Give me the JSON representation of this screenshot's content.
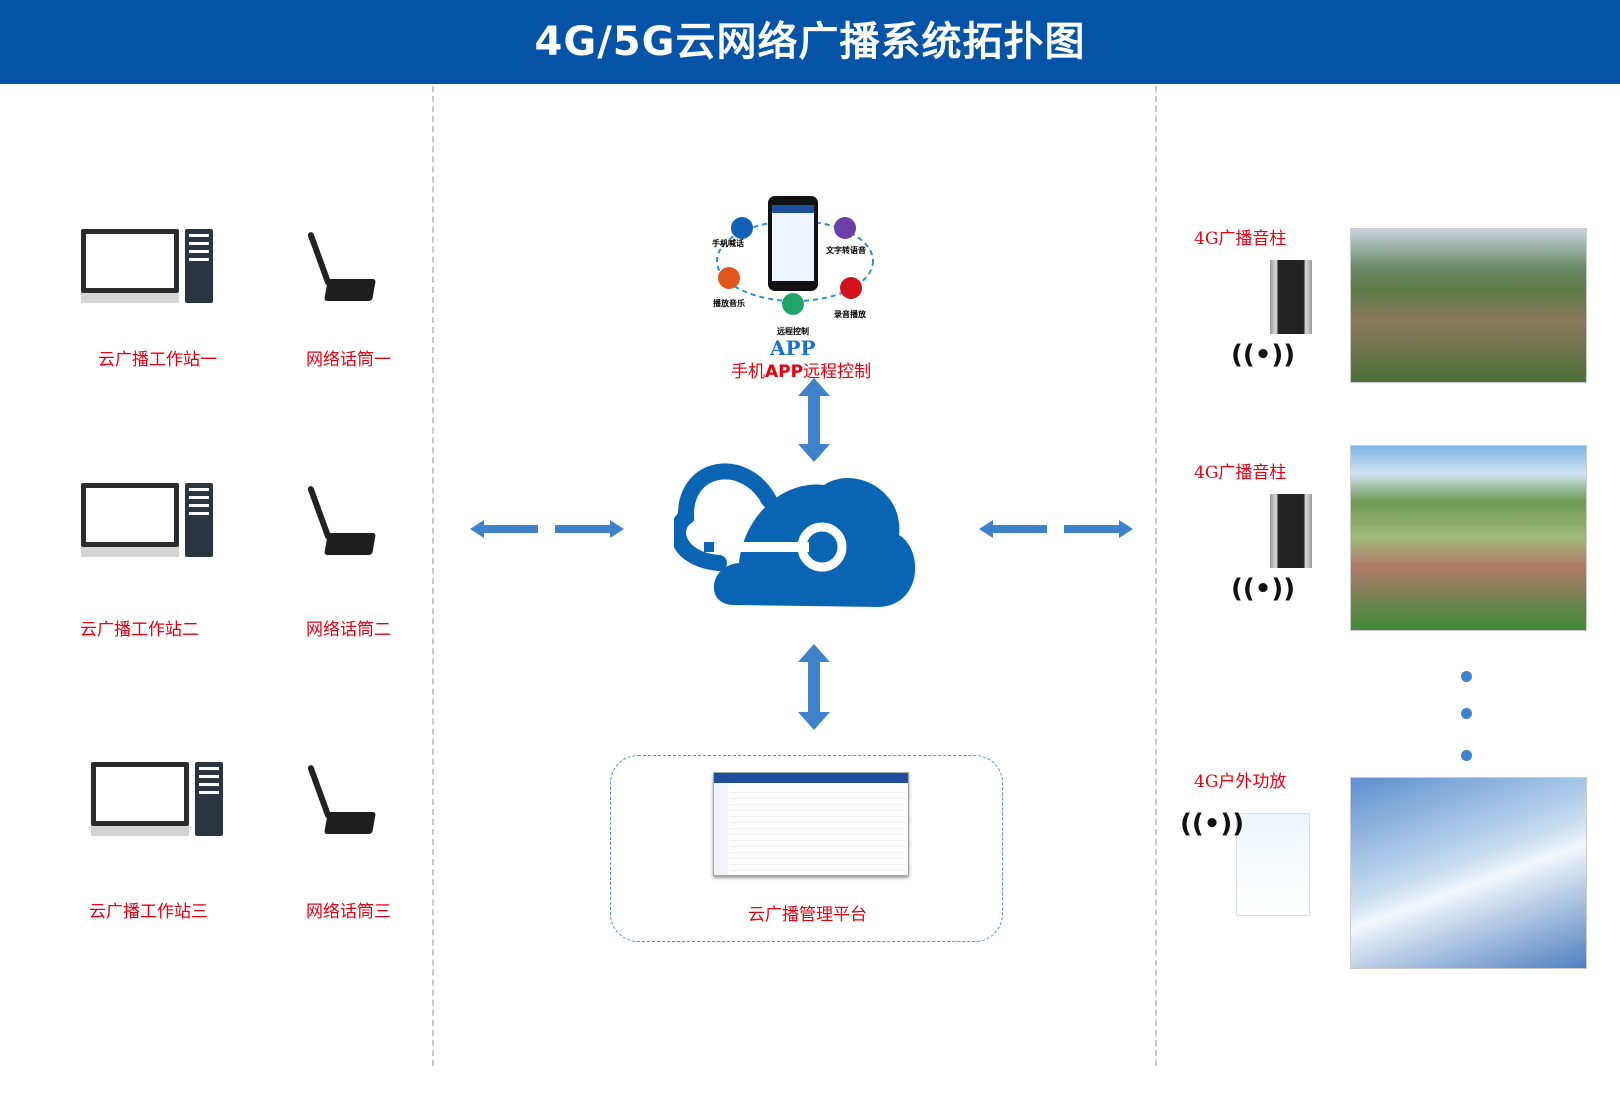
{
  "header": {
    "title": "4G/5G云网络广播系统拓扑图"
  },
  "left": {
    "rows": [
      {
        "workstation": "云广播工作站一",
        "mic": "网络话筒一"
      },
      {
        "workstation": "云广播工作站二",
        "mic": "网络话筒二"
      },
      {
        "workstation": "云广播工作站三",
        "mic": "网络话筒三"
      }
    ]
  },
  "app": {
    "features": [
      "手机喊话",
      "文字转语音",
      "播放音乐",
      "录音播放",
      "远程控制"
    ],
    "logo": "APP",
    "label_pre": "手机",
    "label_bold": "APP",
    "label_post": "远程控制"
  },
  "platform": {
    "label": "云广播管理平台"
  },
  "right": {
    "devices": [
      {
        "label": "4G广播音柱"
      },
      {
        "label": "4G广播音柱"
      },
      {
        "label": "4G户外功放"
      }
    ]
  },
  "colors": {
    "header": "#0553a6",
    "accent": "#3f82c9",
    "cloud": "#0a64b4",
    "label": "#e60012"
  }
}
